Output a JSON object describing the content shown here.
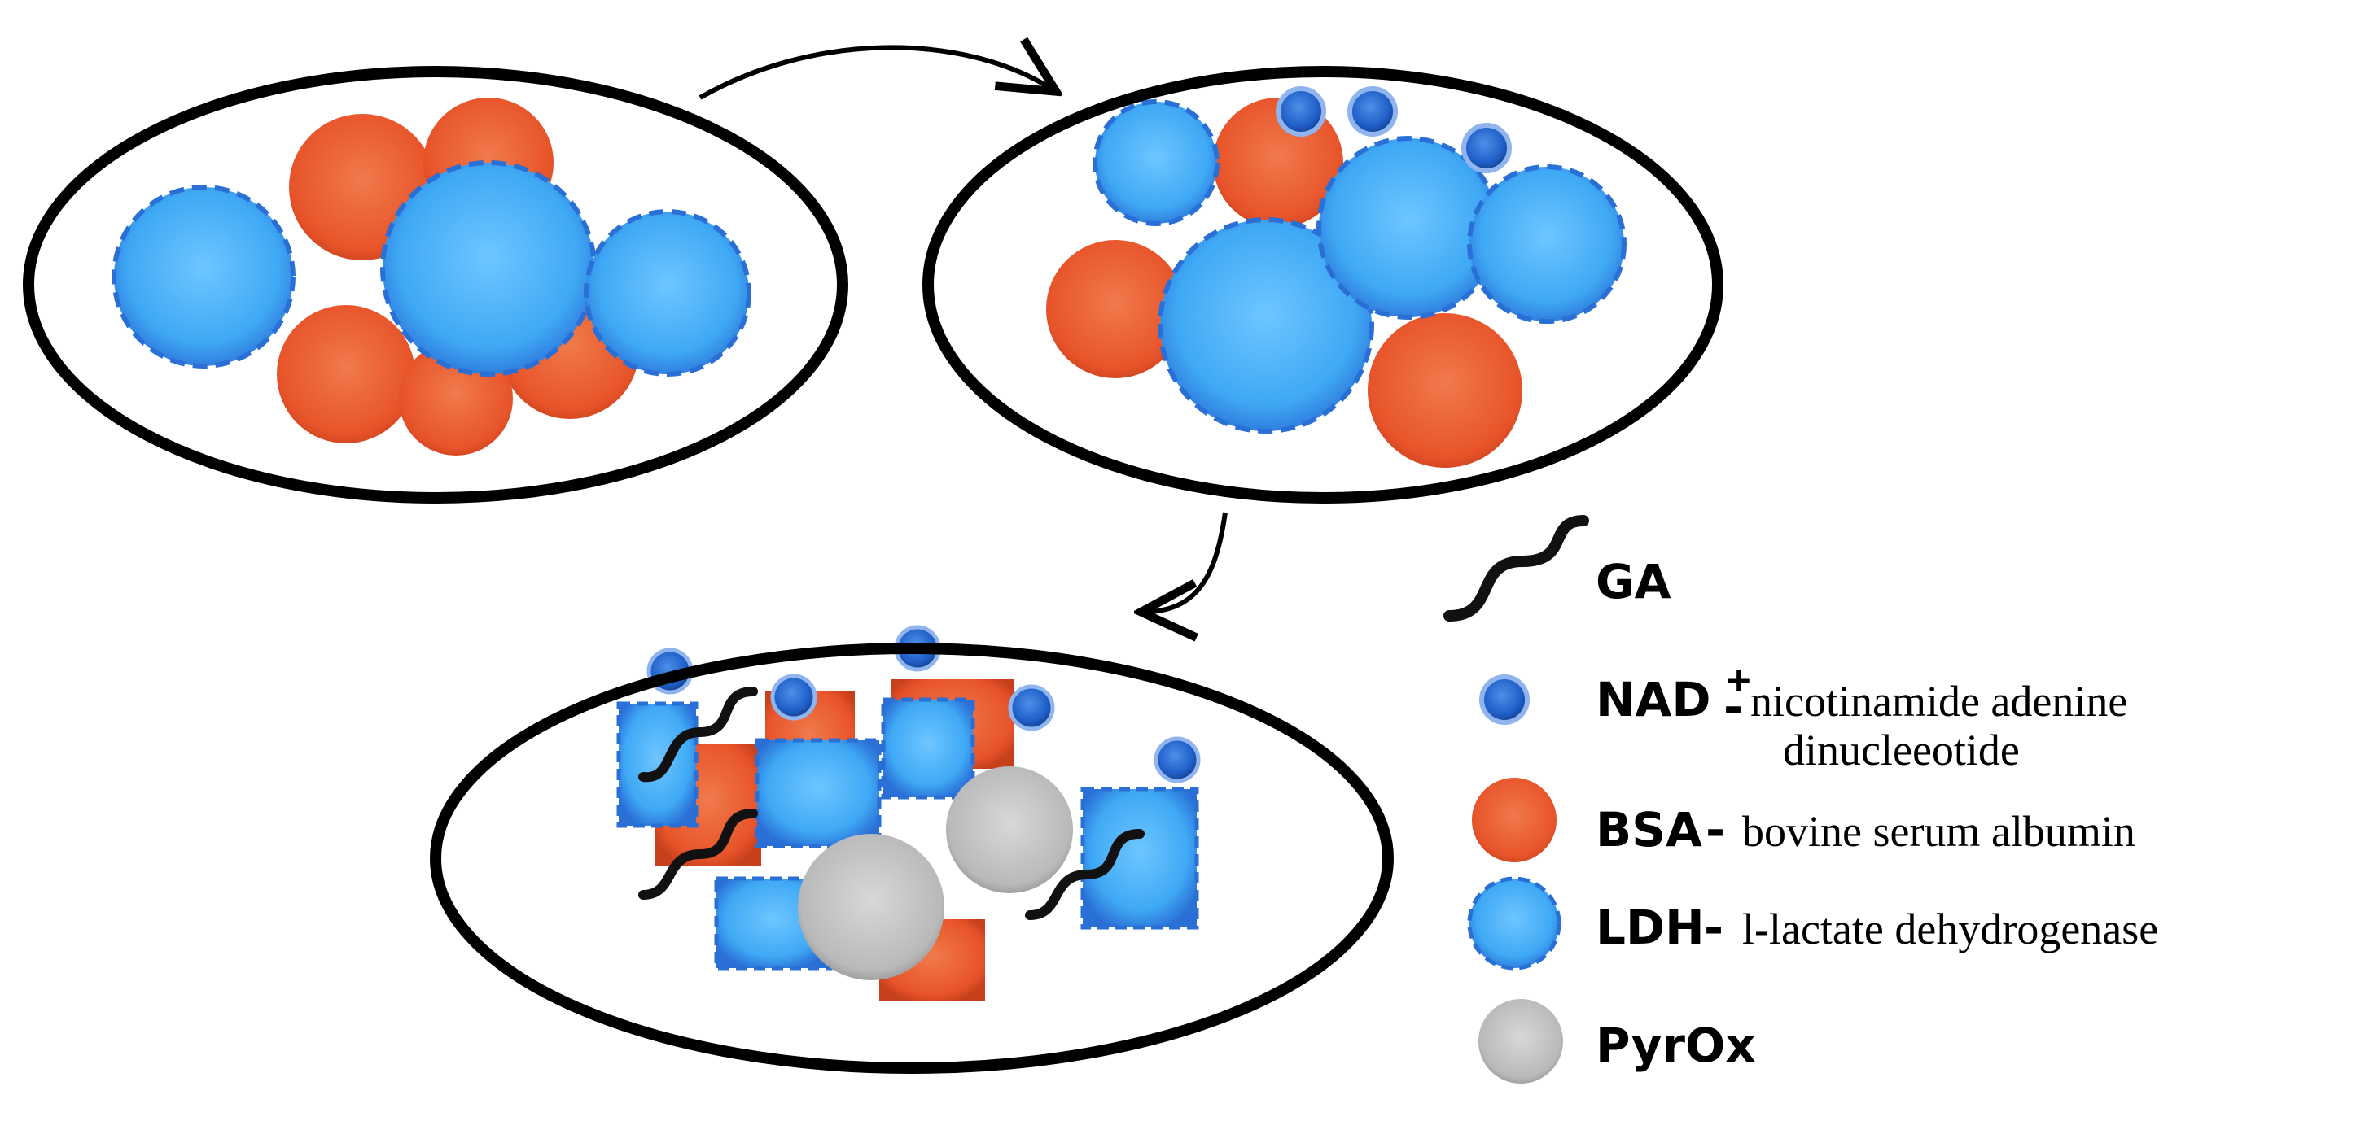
{
  "legend": {
    "ga": {
      "abbr": "GA"
    },
    "nad": {
      "abbr": "NAD",
      "superscript": "+",
      "dash": "-",
      "desc_line1": "nicotinamide adenine",
      "desc_line2": "dinucleeotide"
    },
    "bsa": {
      "abbr": "BSA",
      "dash": "-",
      "desc": "bovine serum albumin"
    },
    "ldh": {
      "abbr": "LDH",
      "dash": "-",
      "desc": "l-lactate dehydrogenase"
    },
    "pyrox": {
      "abbr": "PyrOx"
    }
  },
  "colors": {
    "ldh": "#3fa9f5",
    "ldh_edge": "#2a6fd6",
    "bsa": "#e8542a",
    "nad": "#1f5fc8",
    "pyrox": "#b9b9b9",
    "ga": "#111111",
    "outline": "#000000"
  }
}
